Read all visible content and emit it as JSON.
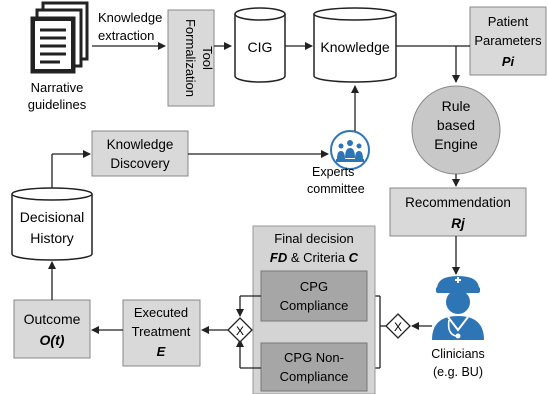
{
  "nodes": {
    "narrative": {
      "line1": "Narrative",
      "line2": "guidelines"
    },
    "extraction_label": {
      "line1": "Knowledge",
      "line2": "extraction"
    },
    "formalization_tool": {
      "line1": "Formalization",
      "line2": "Tool"
    },
    "cig": {
      "label": "CIG"
    },
    "knowledge": {
      "label": "Knowledge"
    },
    "patient": {
      "line1": "Patient",
      "line2": "Parameters",
      "var": "Pi"
    },
    "rule_engine": {
      "line1": "Rule",
      "line2": "based",
      "line3": "Engine"
    },
    "recommendation": {
      "line1": "Recommendation",
      "var": "Rj"
    },
    "experts": {
      "line1": "Experts",
      "line2": "committee"
    },
    "knowledge_discovery": {
      "line1": "Knowledge",
      "line2": "Discovery"
    },
    "decisional_history": {
      "line1": "Decisional",
      "line2": "History"
    },
    "final_decision": {
      "line1": "Final decision",
      "var1": "FD",
      "mid": " & Criteria ",
      "var2": "C"
    },
    "cpg_compliance": {
      "line1": "CPG",
      "line2": "Compliance"
    },
    "cpg_noncompliance": {
      "line1": "CPG Non-",
      "line2": "Compliance"
    },
    "clinicians": {
      "line1": "Clinicians",
      "line2": "(e.g. BU)"
    },
    "executed_treatment": {
      "line1": "Executed",
      "line2": "Treatment",
      "var": "E"
    },
    "outcome": {
      "line1": "Outcome",
      "var": "O(t)"
    }
  },
  "gateway_symbol": "X",
  "colors": {
    "box_fill": "#d9d9d9",
    "box_fill_dark": "#a6a6a6",
    "panel_fill": "#d4d4d4",
    "engine_fill": "#c8c8c8",
    "line": "#222222",
    "accent_blue": "#2e75b6"
  },
  "icons": {
    "documents": "documents-icon",
    "experts": "experts-group-icon",
    "clinician": "clinician-icon"
  }
}
